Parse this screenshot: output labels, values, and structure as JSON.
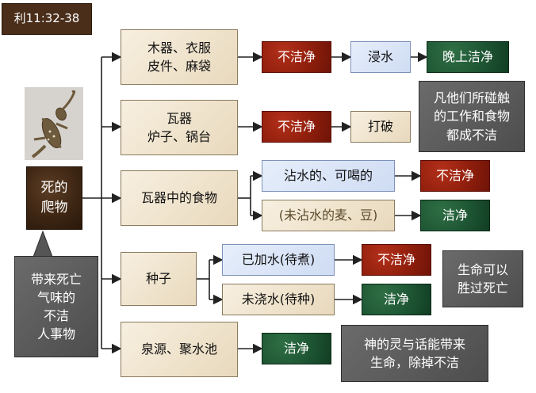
{
  "reference": "利11:32-38",
  "source": {
    "title": "死的爬物",
    "line1": "死的",
    "line2": "爬物"
  },
  "callout": {
    "line1": "带来死亡",
    "line2": "气味的",
    "line3": "不洁",
    "line4": "人事物"
  },
  "row1": {
    "item_line1": "木器、衣服",
    "item_line2": "皮件、麻袋",
    "status": "不洁净",
    "action": "浸水",
    "result": "晚上洁净"
  },
  "row2": {
    "item_line1": "瓦器",
    "item_line2": "炉子、锅台",
    "status": "不洁净",
    "action": "打破",
    "note_line1": "凡他们所碰触",
    "note_line2": "的工作和食物",
    "note_line3": "都成不洁"
  },
  "row3": {
    "item": "瓦器中的食物",
    "wet": "沾水的、可喝的",
    "wet_status": "不洁净",
    "dry": "(未沾水的麦、豆)",
    "dry_status": "洁净"
  },
  "row4": {
    "item": "种子",
    "wet": "已加水(待煮)",
    "wet_status": "不洁净",
    "dry": "未浇水(待种)",
    "dry_status": "洁净",
    "note_line1": "生命可以",
    "note_line2": "胜过死亡"
  },
  "row5": {
    "item": "泉源、聚水池",
    "status": "洁净",
    "note_line1": "神的灵与话能带来",
    "note_line2": "生命，除掉不洁"
  },
  "colors": {
    "unclean": "#8f1e0c",
    "clean": "#1d5533",
    "item_bg": "#efe3cc",
    "blue_bg": "#cfdcf3",
    "note_bg": "#4d4d4d"
  }
}
